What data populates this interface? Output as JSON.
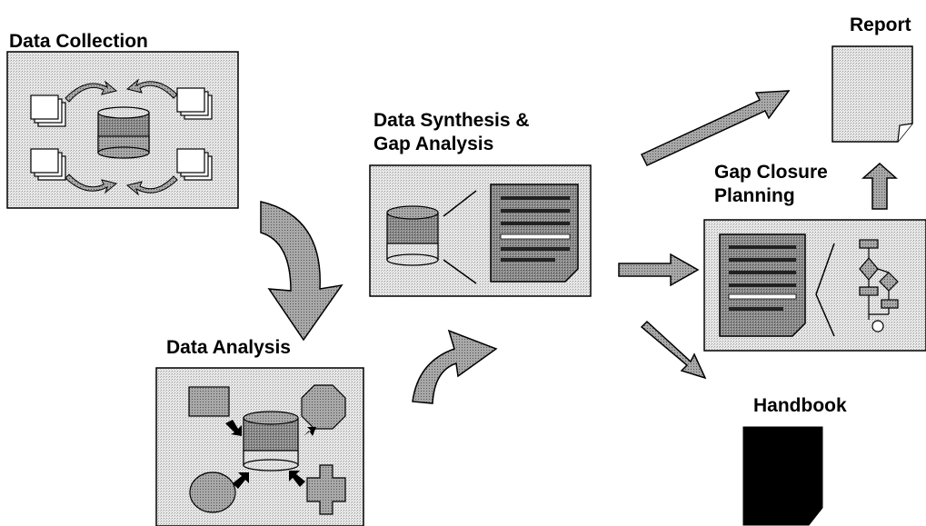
{
  "labels": {
    "data_collection": "Data Collection",
    "data_analysis": "Data Analysis",
    "synthesis_line1": "Data Synthesis &",
    "synthesis_line2": "Gap Analysis",
    "gap_closure_line1": "Gap Closure",
    "gap_closure_line2": "Planning",
    "report": "Report",
    "handbook": "Handbook"
  },
  "colors": {
    "panel_fill": "#e4e4e4",
    "gray_fill": "#9a9a9a",
    "dark_fill": "#6e6e6e",
    "light_fill": "#f4f4f4",
    "handbook_fill": "#000000",
    "stroke": "#000000"
  }
}
